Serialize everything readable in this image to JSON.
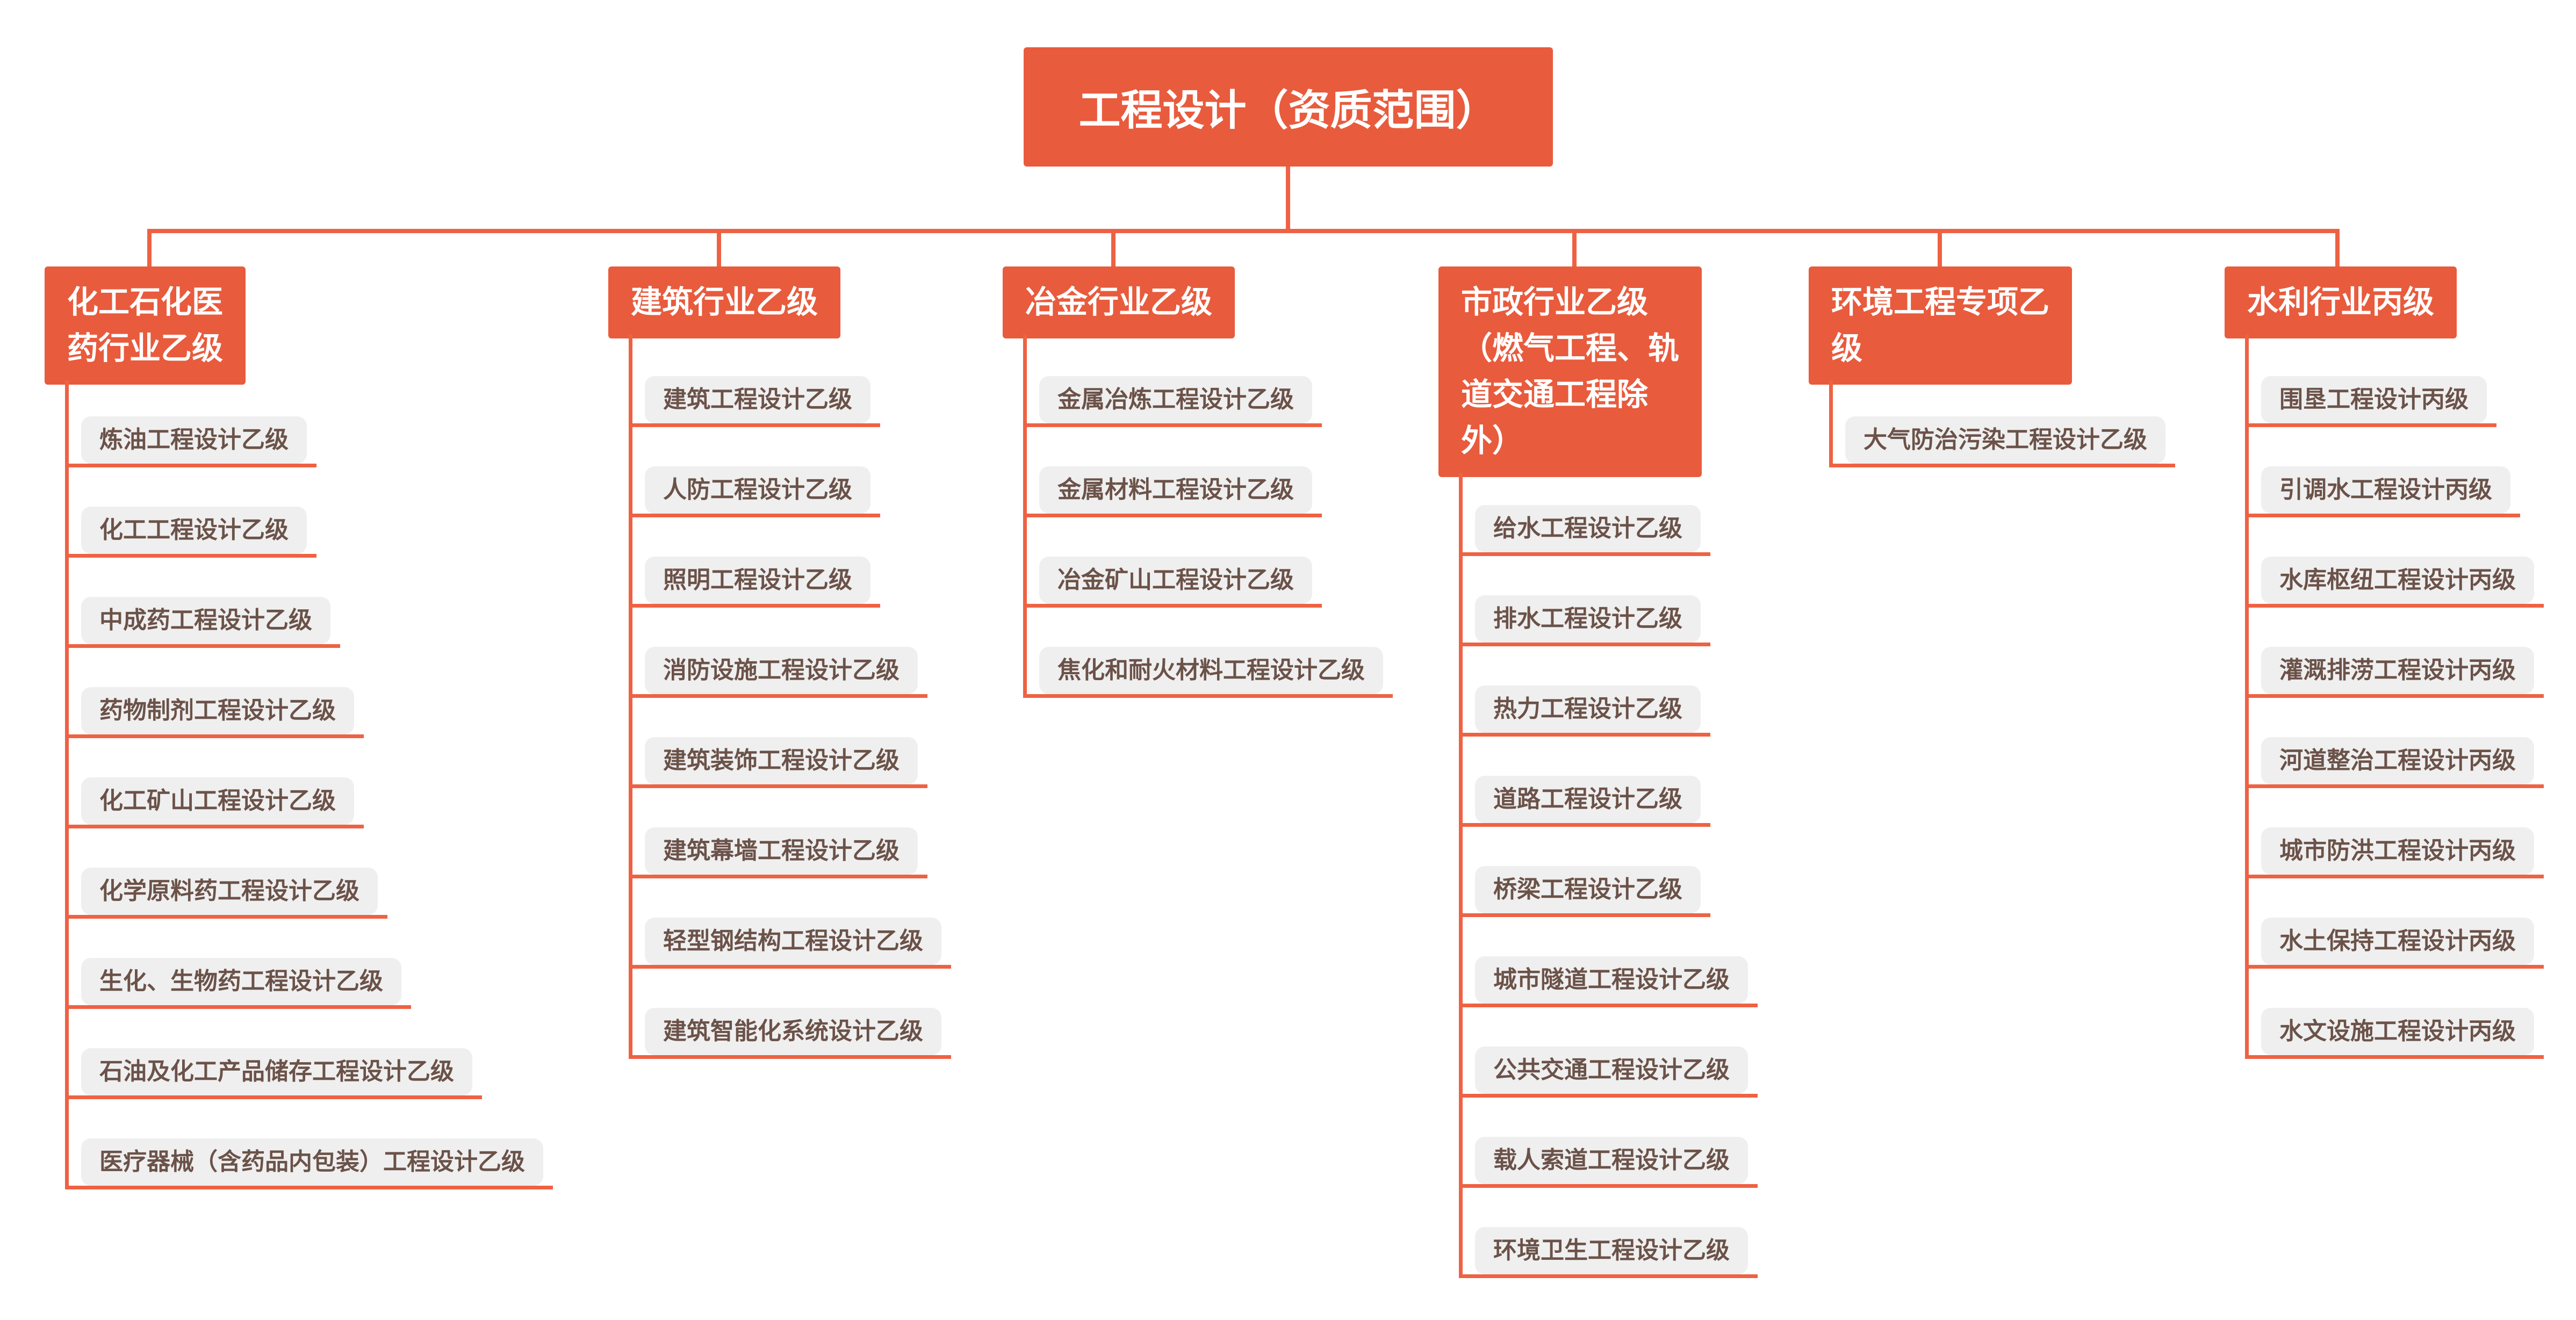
{
  "root": {
    "title": "工程设计（资质范围）"
  },
  "colors": {
    "node_orange": "#e85b3d",
    "connector_orange": "#ee6243",
    "item_background": "#efefef",
    "item_text": "#6b5249"
  },
  "branches": [
    {
      "title": "化工石化医\n药行业乙级",
      "items": [
        "炼油工程设计乙级",
        "化工工程设计乙级",
        "中成药工程设计乙级",
        "药物制剂工程设计乙级",
        "化工矿山工程设计乙级",
        "化学原料药工程设计乙级",
        "生化、生物药工程设计乙级",
        "石油及化工产品储存工程设计乙级",
        "医疗器械（含药品内包装）工程设计乙级"
      ]
    },
    {
      "title": "建筑行业乙级",
      "items": [
        "建筑工程设计乙级",
        "人防工程设计乙级",
        "照明工程设计乙级",
        "消防设施工程设计乙级",
        "建筑装饰工程设计乙级",
        "建筑幕墙工程设计乙级",
        "轻型钢结构工程设计乙级",
        "建筑智能化系统设计乙级"
      ]
    },
    {
      "title": "冶金行业乙级",
      "items": [
        "金属冶炼工程设计乙级",
        "金属材料工程设计乙级",
        "冶金矿山工程设计乙级",
        "焦化和耐火材料工程设计乙级"
      ]
    },
    {
      "title": "市政行业乙级\n（燃气工程、轨\n道交通工程除\n外）",
      "items": [
        "给水工程设计乙级",
        "排水工程设计乙级",
        "热力工程设计乙级",
        "道路工程设计乙级",
        "桥梁工程设计乙级",
        "城市隧道工程设计乙级",
        "公共交通工程设计乙级",
        "载人索道工程设计乙级",
        "环境卫生工程设计乙级"
      ]
    },
    {
      "title": "环境工程专项乙\n级",
      "items": [
        "大气防治污染工程设计乙级"
      ]
    },
    {
      "title": "水利行业丙级",
      "items": [
        "围垦工程设计丙级",
        "引调水工程设计丙级",
        "水库枢纽工程设计丙级",
        "灌溉排涝工程设计丙级",
        "河道整治工程设计丙级",
        "城市防洪工程设计丙级",
        "水土保持工程设计丙级",
        "水文设施工程设计丙级"
      ]
    }
  ]
}
